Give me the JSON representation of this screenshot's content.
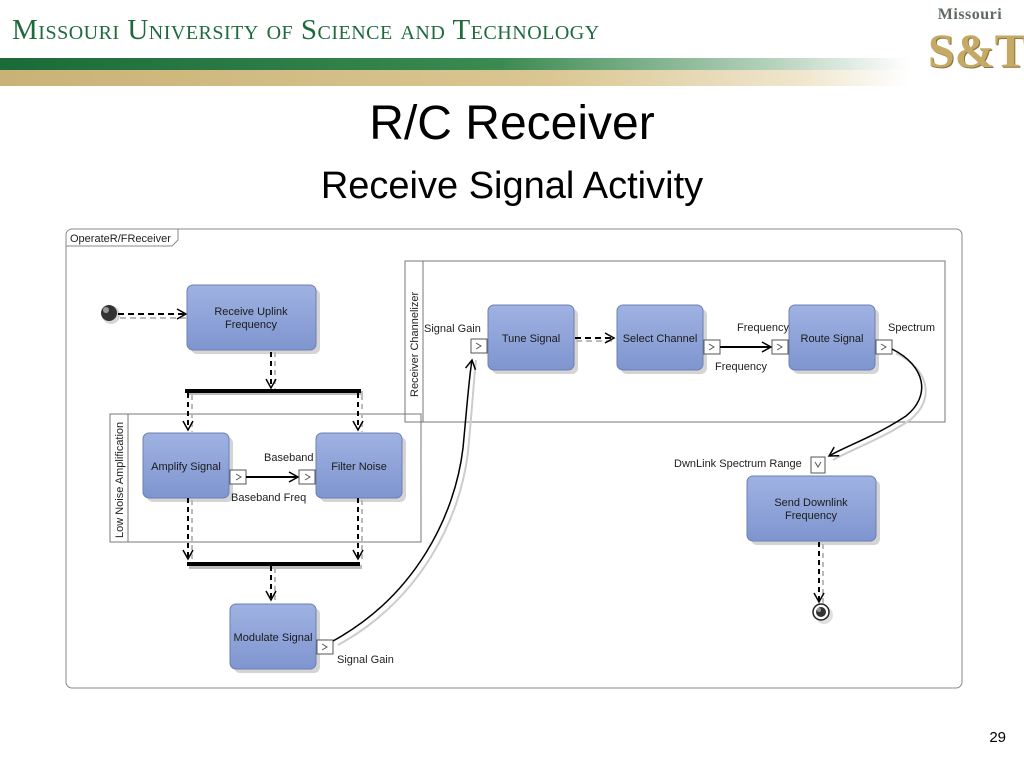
{
  "header": {
    "university": "Missouri University of Science and Technology",
    "logo_top": "Missouri",
    "logo_mark": "S&T",
    "brand_green": "#1b6b3a",
    "brand_gold": "#c9b275"
  },
  "slide": {
    "title": "R/C Receiver",
    "subtitle": "Receive Signal Activity",
    "page_number": "29"
  },
  "diagram": {
    "frame_label": "OperateR/FReceiver",
    "partition_channelizer": "Receiver Channelizer",
    "partition_lna": "Low Noise Amplification",
    "node_fill": "#8ea3d8",
    "nodes": {
      "receive_uplink": [
        "Receive Uplink",
        "Frequency"
      ],
      "amplify": "Amplify Signal",
      "filter": "Filter Noise",
      "modulate": "Modulate Signal",
      "tune": "Tune Signal",
      "select": "Select Channel",
      "route": "Route Signal",
      "send_downlink": [
        "Send Downlink",
        "Frequency"
      ]
    },
    "pins": {
      "baseband": "Baseband",
      "baseband_freq": "Baseband Freq",
      "signal_gain_out": "Signal Gain",
      "signal_gain_in": "Signal Gain",
      "frequency_out": "Frequency",
      "frequency_in": "Frequency",
      "spectrum": "Spectrum",
      "downlink_range": "DwnLink Spectrum Range"
    }
  }
}
